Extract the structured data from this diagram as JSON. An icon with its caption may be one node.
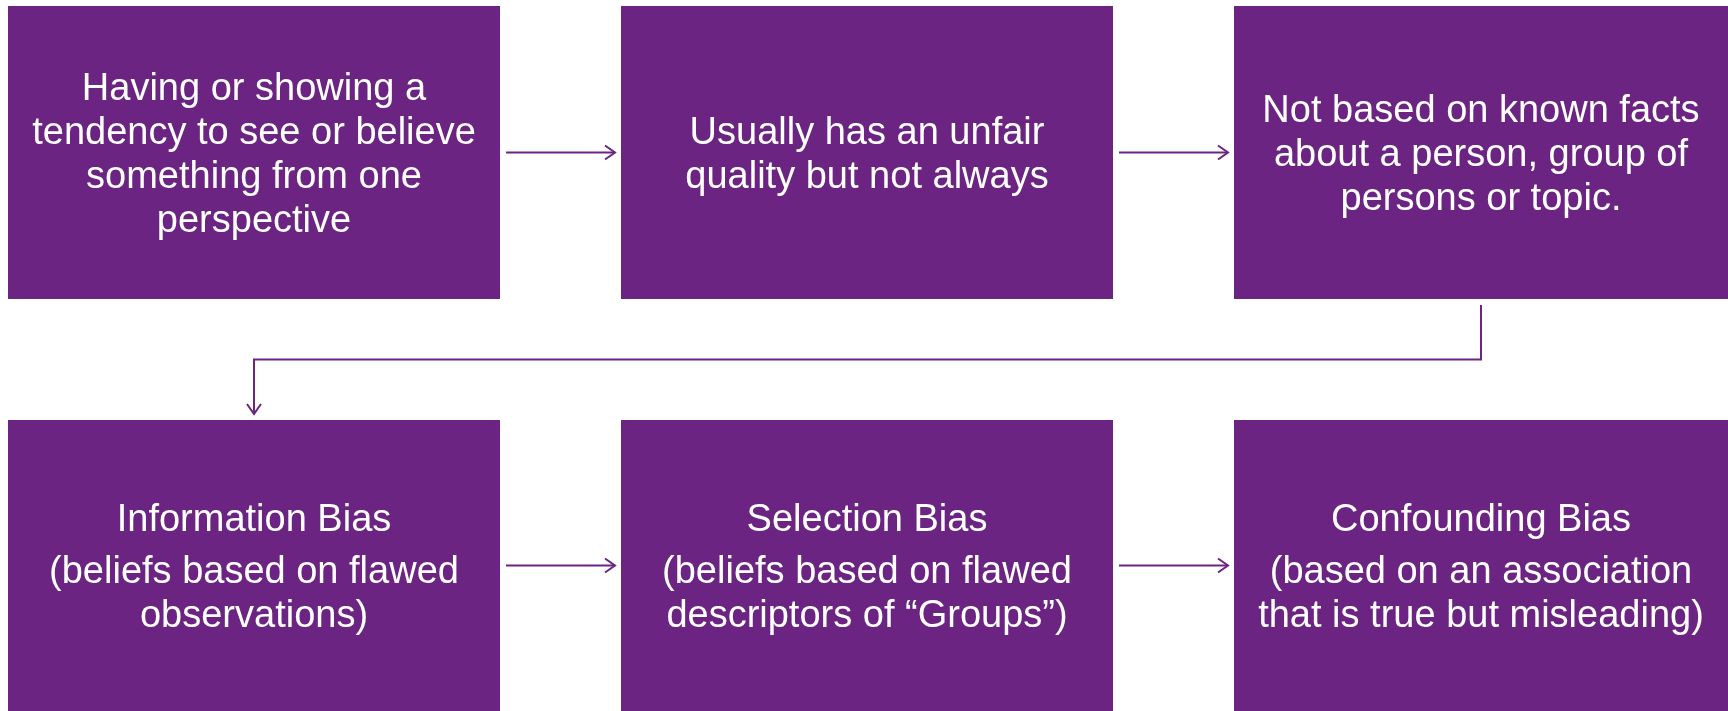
{
  "diagram": {
    "nodes": [
      {
        "text": [
          "Having or showing a tendency to see or believe something from one perspective"
        ]
      },
      {
        "text": [
          "Usually has an unfair quality but not always"
        ]
      },
      {
        "text": [
          "Not based on known facts about a person, group of persons or topic."
        ]
      },
      {
        "text": [
          "Information Bias",
          "(beliefs based on flawed observations)"
        ]
      },
      {
        "text": [
          "Selection Bias",
          "(beliefs based on flawed descriptors of “Groups”)"
        ]
      },
      {
        "text": [
          "Confounding Bias",
          "(based on an association that is true but misleading)"
        ]
      }
    ],
    "edges": [
      {
        "from": 0,
        "to": 1,
        "arrow": "to"
      },
      {
        "from": 1,
        "to": 2,
        "arrow": "to"
      },
      {
        "from": 2,
        "to": 3,
        "arrow": "to"
      },
      {
        "from": 3,
        "to": 4,
        "arrow": "to"
      },
      {
        "from": 4,
        "to": 5,
        "arrow": "to"
      }
    ]
  }
}
